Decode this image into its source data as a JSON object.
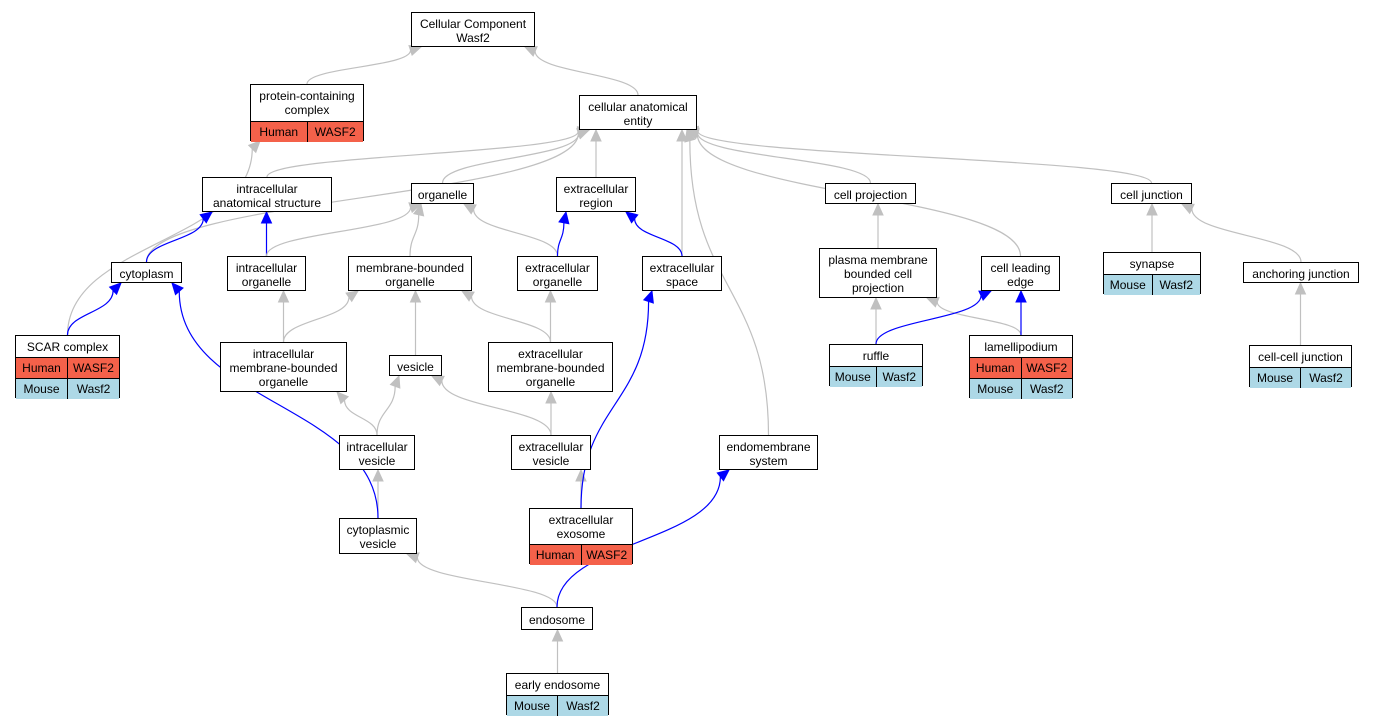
{
  "nodes": [
    {
      "id": "root",
      "label": "Cellular Component\nWasf2"
    },
    {
      "id": "pcc",
      "label": "protein-containing\ncomplex",
      "rows": [
        [
          "Human",
          "WASF2"
        ]
      ]
    },
    {
      "id": "cae",
      "label": "cellular anatomical\nentity"
    },
    {
      "id": "ias",
      "label": "intracellular\nanatomical structure"
    },
    {
      "id": "organelle",
      "label": "organelle"
    },
    {
      "id": "exreg",
      "label": "extracellular\nregion"
    },
    {
      "id": "cellproj",
      "label": "cell projection"
    },
    {
      "id": "celljunc",
      "label": "cell junction"
    },
    {
      "id": "cytoplasm",
      "label": "cytoplasm"
    },
    {
      "id": "intorg",
      "label": "intracellular\norganelle"
    },
    {
      "id": "mbo",
      "label": "membrane-bounded\norganelle"
    },
    {
      "id": "exorg",
      "label": "extracellular\norganelle"
    },
    {
      "id": "exspace",
      "label": "extracellular\nspace"
    },
    {
      "id": "pmbcp",
      "label": "plasma membrane\nbounded cell\nprojection"
    },
    {
      "id": "cle",
      "label": "cell leading\nedge"
    },
    {
      "id": "synapse",
      "label": "synapse",
      "rows": [
        [
          "Mouse",
          "Wasf2"
        ]
      ]
    },
    {
      "id": "anchj",
      "label": "anchoring junction"
    },
    {
      "id": "scar",
      "label": "SCAR complex",
      "rows": [
        [
          "Human",
          "WASF2"
        ],
        [
          "Mouse",
          "Wasf2"
        ]
      ]
    },
    {
      "id": "imbo",
      "label": "intracellular\nmembrane-bounded\norganelle"
    },
    {
      "id": "vesicle",
      "label": "vesicle"
    },
    {
      "id": "exmbo",
      "label": "extracellular\nmembrane-bounded\norganelle"
    },
    {
      "id": "ruffle",
      "label": "ruffle",
      "rows": [
        [
          "Mouse",
          "Wasf2"
        ]
      ]
    },
    {
      "id": "lamel",
      "label": "lamellipodium",
      "rows": [
        [
          "Human",
          "WASF2"
        ],
        [
          "Mouse",
          "Wasf2"
        ]
      ]
    },
    {
      "id": "ccj",
      "label": "cell-cell junction",
      "rows": [
        [
          "Mouse",
          "Wasf2"
        ]
      ]
    },
    {
      "id": "intves",
      "label": "intracellular\nvesicle"
    },
    {
      "id": "exves",
      "label": "extracellular\nvesicle"
    },
    {
      "id": "endomem",
      "label": "endomembrane\nsystem"
    },
    {
      "id": "cytves",
      "label": "cytoplasmic\nvesicle"
    },
    {
      "id": "exosome",
      "label": "extracellular\nexosome",
      "rows": [
        [
          "Human",
          "WASF2"
        ]
      ]
    },
    {
      "id": "endosome",
      "label": "endosome"
    },
    {
      "id": "early",
      "label": "early endosome",
      "rows": [
        [
          "Mouse",
          "Wasf2"
        ]
      ]
    }
  ],
  "edges": [
    {
      "from": "pcc",
      "to": "root",
      "kind": "is_a"
    },
    {
      "from": "cae",
      "to": "root",
      "kind": "is_a"
    },
    {
      "from": "scar",
      "to": "pcc",
      "kind": "is_a"
    },
    {
      "from": "ias",
      "to": "cae",
      "kind": "is_a"
    },
    {
      "from": "organelle",
      "to": "cae",
      "kind": "is_a"
    },
    {
      "from": "exreg",
      "to": "cae",
      "kind": "is_a"
    },
    {
      "from": "cellproj",
      "to": "cae",
      "kind": "is_a"
    },
    {
      "from": "celljunc",
      "to": "cae",
      "kind": "is_a"
    },
    {
      "from": "cytoplasm",
      "to": "cae",
      "kind": "is_a"
    },
    {
      "from": "exspace",
      "to": "cae",
      "kind": "is_a"
    },
    {
      "from": "endomem",
      "to": "cae",
      "kind": "is_a"
    },
    {
      "from": "cle",
      "to": "cae",
      "kind": "is_a"
    },
    {
      "from": "cytoplasm",
      "to": "ias",
      "kind": "part_of"
    },
    {
      "from": "intorg",
      "to": "ias",
      "kind": "part_of"
    },
    {
      "from": "intorg",
      "to": "organelle",
      "kind": "is_a"
    },
    {
      "from": "mbo",
      "to": "organelle",
      "kind": "is_a"
    },
    {
      "from": "exorg",
      "to": "organelle",
      "kind": "is_a"
    },
    {
      "from": "exorg",
      "to": "exreg",
      "kind": "part_of"
    },
    {
      "from": "exspace",
      "to": "exreg",
      "kind": "part_of"
    },
    {
      "from": "pmbcp",
      "to": "cellproj",
      "kind": "is_a"
    },
    {
      "from": "synapse",
      "to": "celljunc",
      "kind": "is_a"
    },
    {
      "from": "anchj",
      "to": "celljunc",
      "kind": "is_a"
    },
    {
      "from": "scar",
      "to": "cytoplasm",
      "kind": "part_of"
    },
    {
      "from": "imbo",
      "to": "intorg",
      "kind": "is_a"
    },
    {
      "from": "imbo",
      "to": "mbo",
      "kind": "is_a"
    },
    {
      "from": "vesicle",
      "to": "mbo",
      "kind": "is_a"
    },
    {
      "from": "exmbo",
      "to": "mbo",
      "kind": "is_a"
    },
    {
      "from": "exmbo",
      "to": "exorg",
      "kind": "is_a"
    },
    {
      "from": "ruffle",
      "to": "pmbcp",
      "kind": "is_a"
    },
    {
      "from": "lamel",
      "to": "pmbcp",
      "kind": "is_a"
    },
    {
      "from": "ruffle",
      "to": "cle",
      "kind": "part_of"
    },
    {
      "from": "lamel",
      "to": "cle",
      "kind": "part_of"
    },
    {
      "from": "ccj",
      "to": "anchj",
      "kind": "is_a"
    },
    {
      "from": "intves",
      "to": "imbo",
      "kind": "is_a"
    },
    {
      "from": "intves",
      "to": "vesicle",
      "kind": "is_a"
    },
    {
      "from": "exves",
      "to": "vesicle",
      "kind": "is_a"
    },
    {
      "from": "exves",
      "to": "exmbo",
      "kind": "is_a"
    },
    {
      "from": "cytves",
      "to": "intves",
      "kind": "is_a"
    },
    {
      "from": "cytves",
      "to": "cytoplasm",
      "kind": "part_of"
    },
    {
      "from": "exosome",
      "to": "exves",
      "kind": "is_a"
    },
    {
      "from": "exosome",
      "to": "exspace",
      "kind": "part_of"
    },
    {
      "from": "endosome",
      "to": "cytves",
      "kind": "is_a"
    },
    {
      "from": "endosome",
      "to": "endomem",
      "kind": "part_of"
    },
    {
      "from": "early",
      "to": "endosome",
      "kind": "is_a"
    }
  ],
  "colors": {
    "is_a_edge": "#c0c0c0",
    "part_of_edge": "#0000ff",
    "human_fill": "#f4614a",
    "mouse_fill": "#add8e6"
  }
}
